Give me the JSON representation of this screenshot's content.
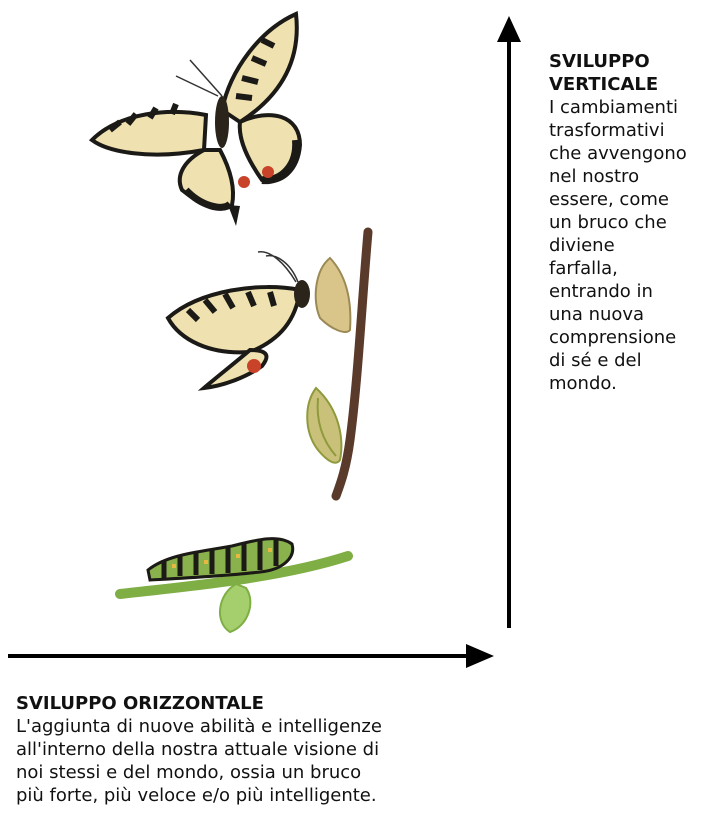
{
  "vertical": {
    "title_lines": [
      "SVILUPPO",
      "VERTICALE"
    ],
    "body_lines": [
      "I cambiamenti",
      "trasformativi",
      "che avvengono",
      "nel nostro",
      "essere, come",
      "un bruco che",
      "diviene",
      "farfalla,",
      "entrando in",
      "una nuova",
      "comprensione",
      "di sé e del",
      "mondo."
    ]
  },
  "horizontal": {
    "title": "SVILUPPO ORIZZONTALE",
    "body_lines": [
      "L'aggiunta di nuove abilità e intelligenze",
      "all'interno della nostra attuale visione di",
      "noi stessi e del mondo, ossia un bruco",
      "più forte, più veloce e/o più intelligente."
    ]
  },
  "colors": {
    "wing": "#efe2b0",
    "wing_dark": "#1c1a17",
    "eyespot": "#c8432a",
    "branch": "#5a3a2a",
    "chrysalis": "#c9c07a",
    "leaf": "#8fbf52",
    "caterpillar": "#8ab24c"
  }
}
